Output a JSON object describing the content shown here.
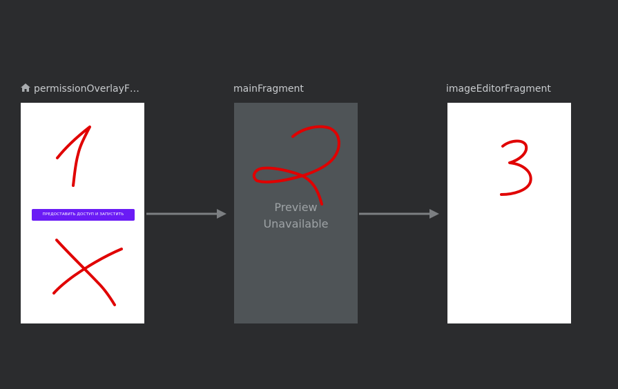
{
  "destinations": [
    {
      "name": "permissionOverlayF…",
      "is_start": true,
      "icon": "home-icon"
    },
    {
      "name": "mainFragment",
      "preview": {
        "line1": "Preview",
        "line2": "Unavailable"
      }
    },
    {
      "name": "imageEditorFragment"
    }
  ],
  "permission_button_label": "ПРЕДОСТАВИТЬ ДОСТУП И ЗАПУСТИТЬ",
  "annotations": {
    "mark_1": "1",
    "mark_2": "2",
    "mark_3": "3",
    "mark_x": "X"
  },
  "colors": {
    "background": "#2b2c2e",
    "label": "#c9cccf",
    "frame_white": "#ffffff",
    "frame_unavailable": "#4f5457",
    "arrow": "#7c7f82",
    "button": "#6a1bf5",
    "annotation": "#e00000"
  }
}
